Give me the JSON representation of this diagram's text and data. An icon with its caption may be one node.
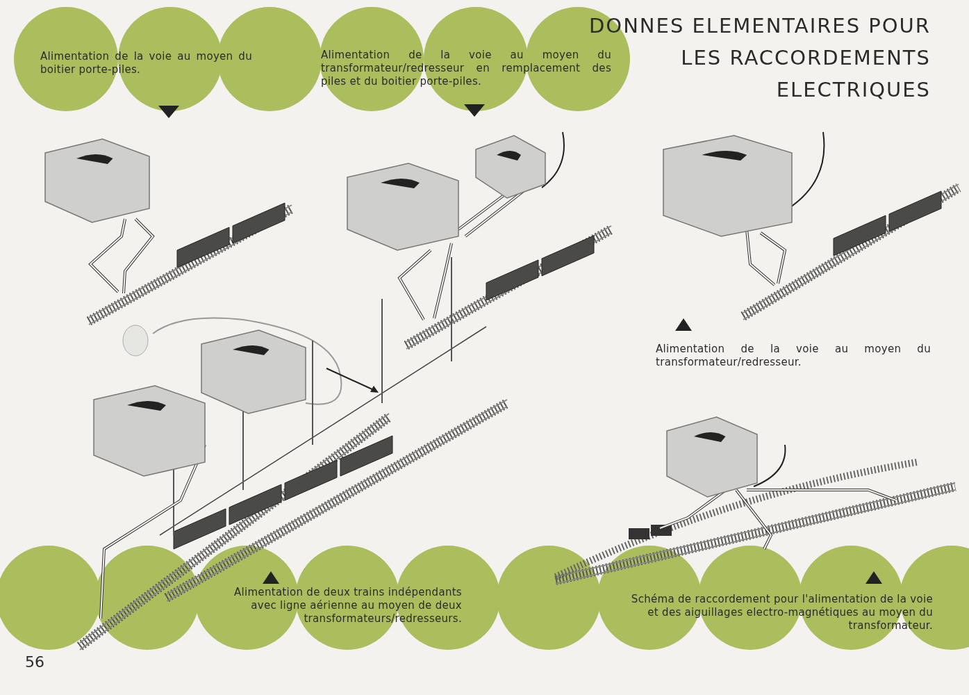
{
  "diagram": {
    "title": "DONNES ELEMENTAIRES POUR LES RACCORDEMENTS ELECTRIQUES",
    "labels": [
      "Alimentation de la voie au moyen du boitier porte-piles.",
      "Alimentation de la voie au moyen du transformateur/redresseur en remplacement des piles et du boitier porte-piles.",
      "Alimentation de la voie au moyen du transformateur/redresseur.",
      "Alimentation de deux trains indépendants avec ligne aérienne au moyen de deux transformateurs/redresseurs.",
      "Schéma de raccordement pour l'alimentation de la voie et des aiguillages electro-magnétiques au moyen du transformateur.",
      "56"
    ]
  }
}
